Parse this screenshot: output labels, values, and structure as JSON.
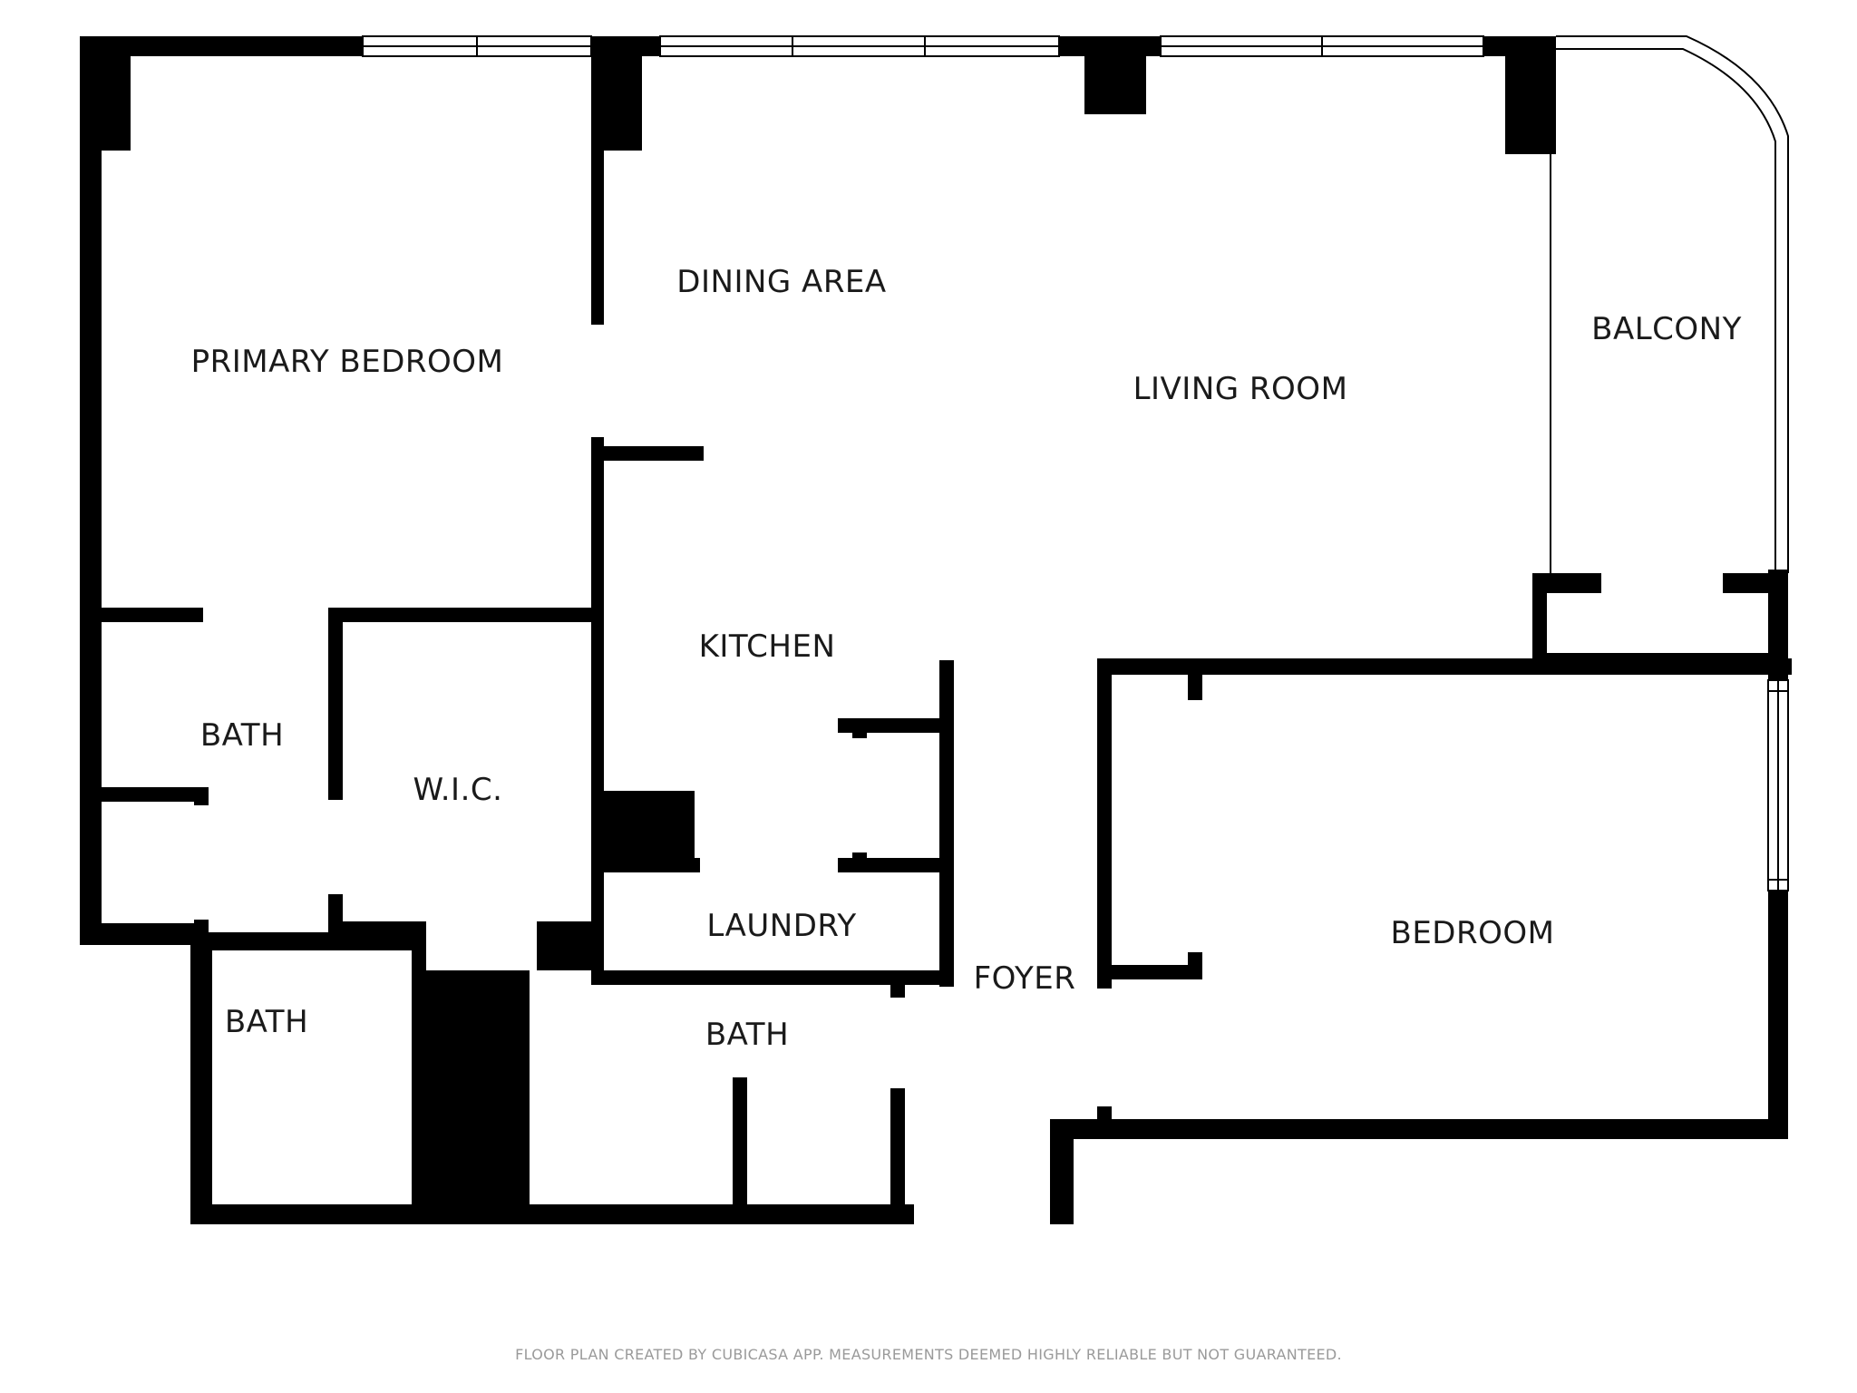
{
  "rooms": {
    "primary_bedroom": "PRIMARY BEDROOM",
    "dining_area": "DINING AREA",
    "living_room": "LIVING ROOM",
    "balcony": "BALCONY",
    "kitchen": "KITCHEN",
    "bath_upper_left": "BATH",
    "wic": "W.I.C.",
    "laundry": "LAUNDRY",
    "foyer": "FOYER",
    "bedroom": "BEDROOM",
    "bath_lower_left": "BATH",
    "bath_center": "BATH"
  },
  "footer": {
    "note": "FLOOR PLAN CREATED BY CUBICASA APP. MEASUREMENTS DEEMED HIGHLY RELIABLE BUT NOT GUARANTEED."
  },
  "colors": {
    "wall": "#000000",
    "background": "#ffffff",
    "window": "#000000"
  }
}
